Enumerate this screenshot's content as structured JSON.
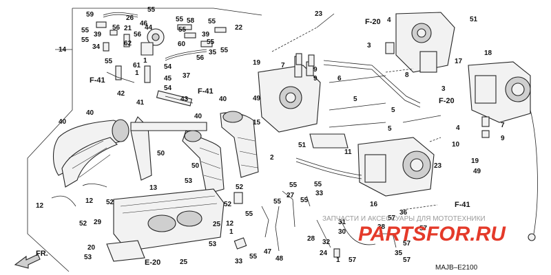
{
  "callouts": {
    "n59": "59",
    "n26": "26",
    "n46": "46",
    "n55a": "55",
    "n55b": "55",
    "n55c": "55",
    "n39a": "39",
    "n56a": "56",
    "n21": "21",
    "n44": "44",
    "n55d": "55",
    "n58": "58",
    "n55e": "55",
    "n55f": "55",
    "n22": "22",
    "n34": "34",
    "n39b": "39",
    "n62": "62",
    "n56b": "56",
    "n60": "60",
    "n35": "35",
    "n55g": "55",
    "n55h": "55",
    "n56c": "56",
    "n37": "37",
    "n14": "14",
    "n55i": "55",
    "n61": "61",
    "n1a": "1",
    "n54a": "54",
    "n1b": "1",
    "n45": "45",
    "n54b": "54",
    "n42": "42",
    "n41": "41",
    "n43": "43",
    "n40a": "40",
    "n40b": "40",
    "n40c": "40",
    "n40d": "40",
    "n23a": "23",
    "n4a": "4",
    "n3a": "3",
    "n17": "17",
    "n51a": "51",
    "n18": "18",
    "n19a": "19",
    "n7a": "7",
    "n9a": "9",
    "n9b": "9",
    "n8": "8",
    "n49a": "49",
    "n6": "6",
    "n5a": "5",
    "n5b": "5",
    "n5c": "5",
    "n15": "15",
    "n3b": "3",
    "n4b": "4",
    "n10": "10",
    "n7b": "7",
    "n9c": "9",
    "n51b": "51",
    "n11": "11",
    "n2": "2",
    "n50a": "50",
    "n50b": "50",
    "n13": "13",
    "n53a": "53",
    "n19b": "19",
    "n49b": "49",
    "n23b": "23",
    "n12a": "12",
    "n12b": "12",
    "n52a": "52",
    "n52b": "52",
    "n52c": "52",
    "n29": "29",
    "n52d": "52",
    "n55j": "55",
    "n55k": "55",
    "n33a": "33",
    "n27": "27",
    "n16": "16",
    "n55l": "55",
    "n55m": "55",
    "n55n": "55",
    "n31": "31",
    "n36": "36",
    "n30": "30",
    "n25a": "25",
    "n12c": "12",
    "n1c": "1",
    "n57a": "57",
    "n38": "38",
    "n32": "32",
    "n53b": "53",
    "n28": "28",
    "n57b": "57",
    "n57c": "57",
    "n20": "20",
    "n53c": "53",
    "n25b": "25",
    "n47": "47",
    "n48": "48",
    "n24": "24",
    "n33b": "33",
    "n55o": "55",
    "n35b": "35",
    "n57d": "57",
    "n57e": "57",
    "n1d": "1"
  },
  "refs": {
    "f20a": "F-20",
    "f20b": "F-20",
    "f41a": "F-41",
    "f41b": "F-41",
    "f41c": "F-41",
    "e20": "E-20",
    "fr": "FR."
  },
  "diagram_code": "MAJB–E2100",
  "watermark": {
    "line1": "ЗАПЧАСТИ И АКСЕССУАРЫ ДЛЯ МОТОТЕХНИКИ",
    "line2": "PARTSFOR.RU"
  }
}
